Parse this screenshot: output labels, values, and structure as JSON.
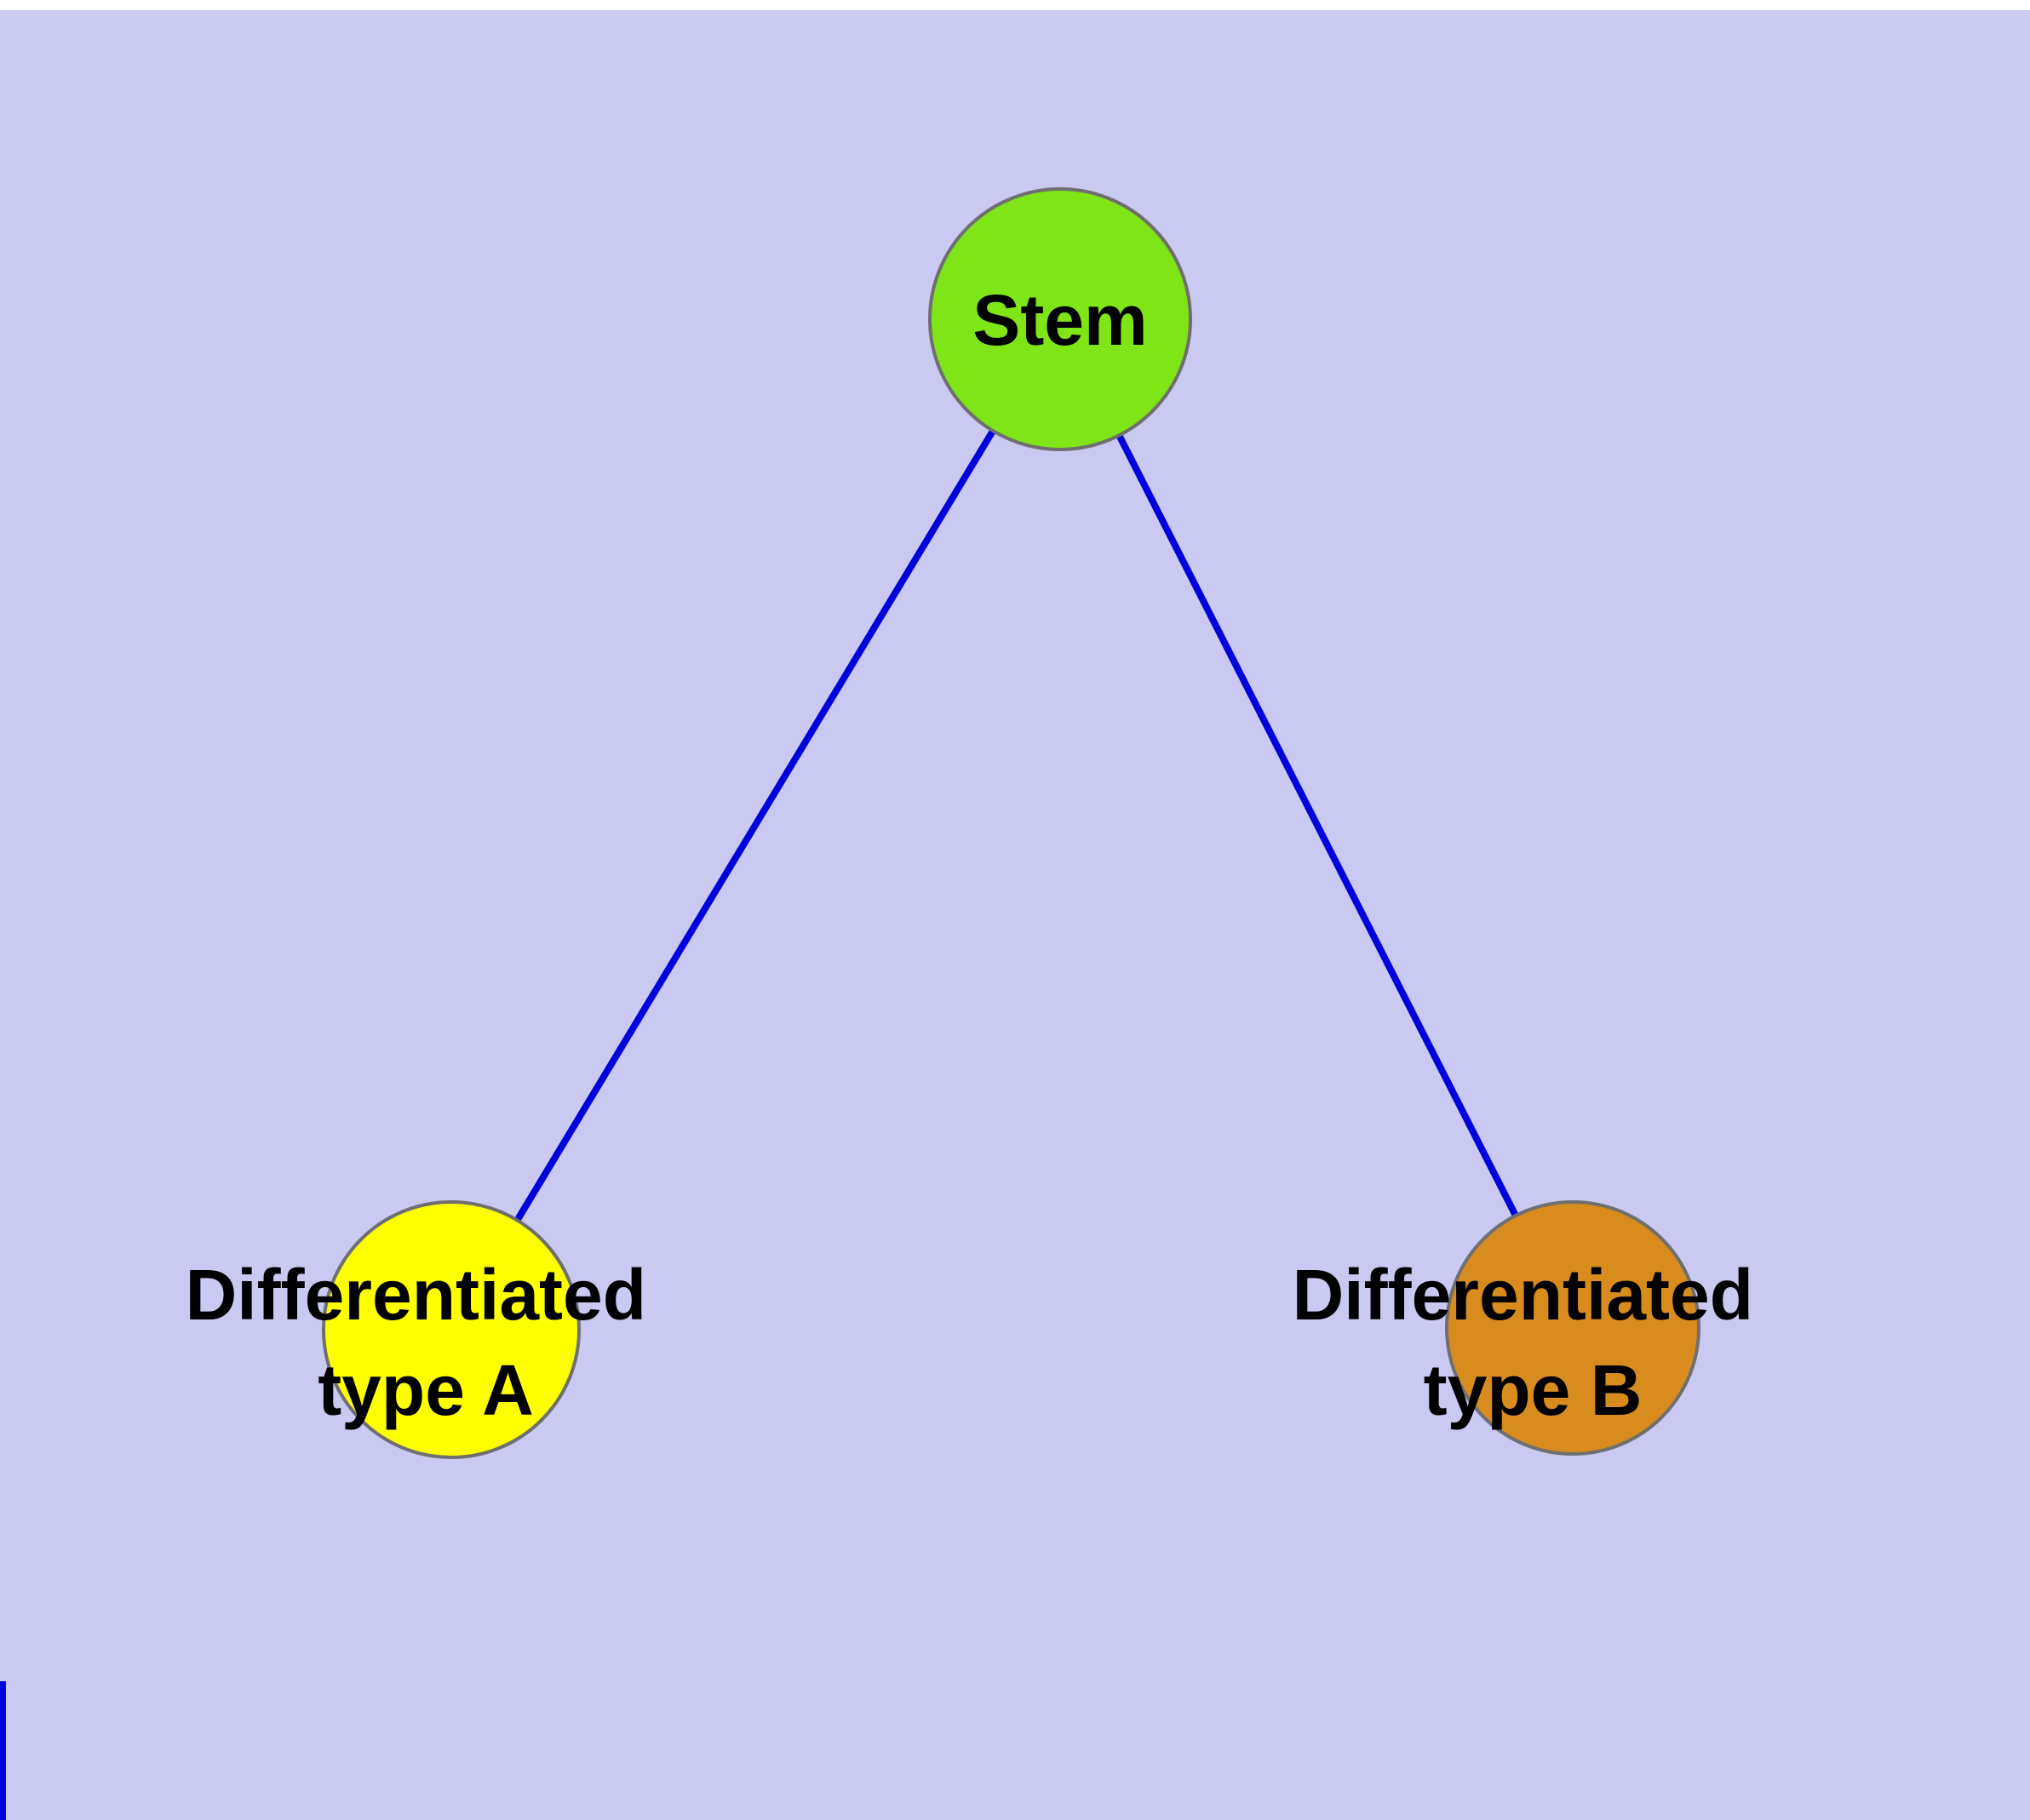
{
  "diagram": {
    "background_color": "#c9c9f2",
    "edge_color": "#0000dd",
    "nodes": [
      {
        "id": "stem",
        "label": "Stem",
        "color": "#7fe517",
        "lines": [
          "Stem"
        ]
      },
      {
        "id": "differentiated-type-a",
        "label": "Differentiated type A",
        "color": "#ffff00",
        "lines": [
          "Differentiated",
          "type A"
        ]
      },
      {
        "id": "differentiated-type-b",
        "label": "Differentiated type B",
        "color": "#d98c1e",
        "lines": [
          "Differentiated",
          "type B"
        ]
      }
    ],
    "edges": [
      {
        "from": "Stem",
        "to": "Differentiated type A"
      },
      {
        "from": "Stem",
        "to": "Differentiated type B"
      }
    ]
  }
}
